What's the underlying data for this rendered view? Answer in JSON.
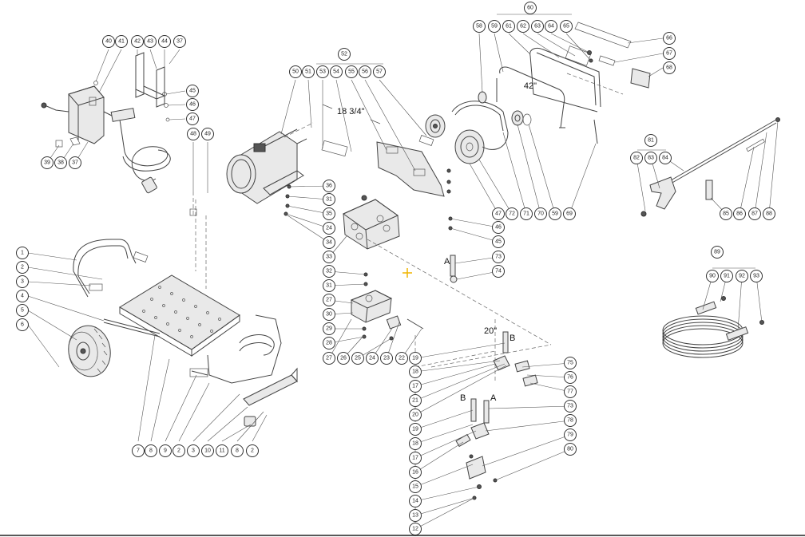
{
  "callouts": [
    "1",
    "2",
    "3",
    "4",
    "5",
    "6",
    "7",
    "8",
    "9",
    "2",
    "3",
    "10",
    "11",
    "8",
    "2",
    "37",
    "38",
    "39",
    "40",
    "41",
    "42",
    "43",
    "44",
    "37",
    "45",
    "46",
    "47",
    "48",
    "49",
    "50",
    "51",
    "53",
    "54",
    "55",
    "56",
    "57",
    "52",
    "58",
    "59",
    "61",
    "62",
    "63",
    "64",
    "65",
    "60",
    "66",
    "67",
    "68",
    "36",
    "31",
    "35",
    "24",
    "34",
    "33",
    "32",
    "31",
    "27",
    "30",
    "29",
    "28",
    "27",
    "26",
    "25",
    "24",
    "23",
    "22",
    "47",
    "72",
    "71",
    "70",
    "59",
    "69",
    "46",
    "45",
    "73",
    "74",
    "81",
    "82",
    "83",
    "84",
    "85",
    "86",
    "87",
    "88",
    "89",
    "90",
    "91",
    "92",
    "93",
    "19",
    "18",
    "17",
    "21",
    "20",
    "19",
    "18",
    "17",
    "16",
    "15",
    "14",
    "13",
    "12",
    "75",
    "76",
    "77",
    "73",
    "78",
    "79",
    "80"
  ],
  "labels": {
    "motor_length": "18 3/4\"",
    "belt_guard_length": "42\"",
    "hose_length": "20\"",
    "marker_a_1": "A",
    "marker_a_2": "A",
    "marker_b_1": "B",
    "marker_b_2": "B"
  },
  "colors": {
    "line": "#444444",
    "callout_stroke": "#333333",
    "background": "#ffffff",
    "accent_marker": "#f0b400"
  },
  "icons": {
    "cursor": "crosshair-plus-icon"
  }
}
